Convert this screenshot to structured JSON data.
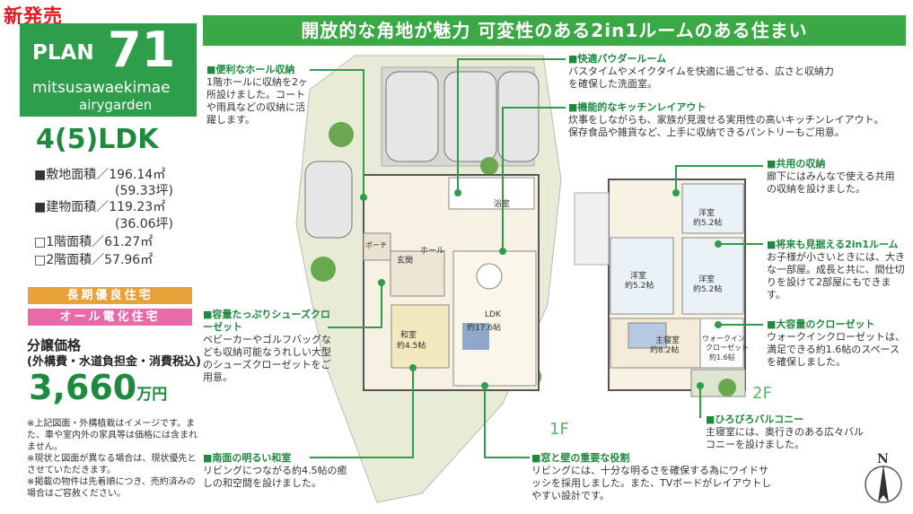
{
  "header": {
    "new_sale": "新発売",
    "plan_label": "PLAN",
    "plan_number": "71",
    "project_line1": "mitsusawaekimae",
    "project_line2": "airygarden",
    "layout": "4(5)LDK"
  },
  "specs": {
    "site_area": "■敷地面積／196.14㎡",
    "site_area_tsubo": "(59.33坪)",
    "building_area": "■建物面積／119.23㎡",
    "building_area_tsubo": "(36.06坪)",
    "floor1": "□1階面積／61.27㎡",
    "floor2": "□2階面積／57.96㎡"
  },
  "badges": {
    "long_term": "長期優良住宅",
    "all_electric": "オール電化住宅",
    "long_term_color": "#e8a23a",
    "all_electric_color": "#e86aa8"
  },
  "price": {
    "label": "分譲価格",
    "sublabel": "(外構費・水道負担金・消費税込)",
    "value": "3,660",
    "unit": "万円"
  },
  "notes": [
    "※上記図面・外構植栽はイメージです。また、車や室内外の家具等は価格には含まれません。",
    "※現状と図面が異なる場合は、現状優先とさせていただきます。",
    "※掲載の物件は先着順につき、売約済みの場合はご容赦ください。"
  ],
  "headline": "開放的な角地が魅力 可変性のある2in1ルームのある住まい",
  "annotations": {
    "hall_storage": {
      "title": "便利なホール収納",
      "body": "1階ホールに収納を2ヶ所設けました。コートや雨具などの収納に活躍します。"
    },
    "powder_room": {
      "title": "快適パウダールーム",
      "body": "バスタイムやメイクタイムを快適に過ごせる、広さと収納力を確保した洗面室。"
    },
    "kitchen": {
      "title": "機能的なキッチンレイアウト",
      "body": "炊事をしながらも、家族が見渡せる実用性の高いキッチンレイアウト。保存食品や雑貨など、上手に収納できるパントリーもご用意。"
    },
    "shared_storage": {
      "title": "共用の収納",
      "body": "廊下にはみんなで使える共用の収納を設けました。"
    },
    "two_in_one": {
      "title": "将来も見据える2in1ルーム",
      "body": "お子様が小さいときには、大きな一部屋。成長と共に、間仕切りを設けて2部屋にもできます。"
    },
    "shoes_closet": {
      "title": "容量たっぷりシューズクローゼット",
      "body": "ベビーカーやゴルフバッグなども収納可能なうれしい大型のシューズクローゼットをご用意。"
    },
    "walk_in": {
      "title": "大容量のクローゼット",
      "body": "ウォークインクローゼットは、満足できる約1.6帖のスペースを確保しました。"
    },
    "balcony": {
      "title": "ひろびろバルコニー",
      "body": "主寝室には、奥行きのある広々バルコニーを設けました。"
    },
    "japanese_room": {
      "title": "南面の明るい和室",
      "body": "リビングにつながる約4.5帖の癒しの和空間を設けました。"
    },
    "window_wall": {
      "title": "窓と壁の重要な役割",
      "body": "リビングには、十分な明るさを確保する為にワイドサッシを採用しました。また、TVボードがレイアウトしやすい設計です。"
    }
  },
  "floorplan": {
    "floor1_label": "1F",
    "floor2_label": "2F",
    "north": "N",
    "rooms_1f": {
      "bath": "浴室",
      "porch": "ポーチ",
      "hall": "ホール",
      "entrance": "玄関",
      "japanese": "和室",
      "japanese_size": "約4.5帖",
      "ldk": "LDK",
      "ldk_size": "約17.6帖"
    },
    "rooms_2f": {
      "western": "洋室",
      "western_a_size": "約5.2帖",
      "western_b_size": "約5.2帖",
      "western_c_size": "約5.2帖",
      "master": "主寝室",
      "master_size": "約8.2帖",
      "wic": "ウォークイン",
      "wic2": "クローゼット",
      "wic_size": "約1.6帖"
    }
  },
  "colors": {
    "accent_green": "#2e9e4c",
    "headline_green": "#3aa844",
    "red": "#e8141e"
  }
}
